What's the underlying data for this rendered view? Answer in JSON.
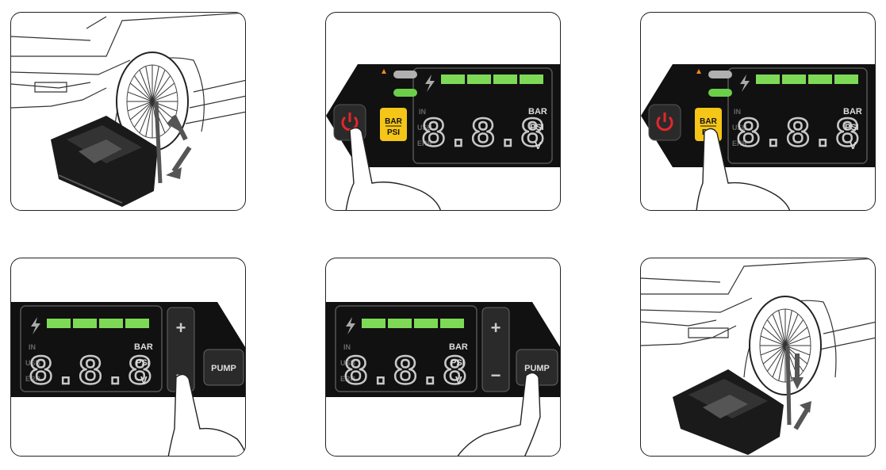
{
  "steps": [
    {
      "id": 1,
      "scene": "connect-hose-to-tire-valve"
    },
    {
      "id": 2,
      "scene": "press-power-button"
    },
    {
      "id": 3,
      "scene": "press-unit-button"
    },
    {
      "id": 4,
      "scene": "press-minus-button"
    },
    {
      "id": 5,
      "scene": "press-pump-button"
    },
    {
      "id": 6,
      "scene": "disconnect-hose-from-tire-valve"
    }
  ],
  "display": {
    "digits": "8.8.8",
    "unit_bar": "BAR",
    "unit_psi": "PSI",
    "unit_v": "V",
    "label_in": "IN",
    "label_usb": "USB",
    "label_err": "ERR",
    "plus": "+",
    "minus": "−",
    "pump": "PUMP",
    "unit_button_top": "BAR",
    "unit_button_bottom": "PSI"
  },
  "colors": {
    "panel_bg": "#111111",
    "segment_off": "#b8b8b8",
    "bar_green": "#7ed957",
    "led_green": "#6ccf4a",
    "power_red": "#e3262b",
    "unit_yellow": "#f5c518",
    "warn_orange": "#f08a1c"
  }
}
